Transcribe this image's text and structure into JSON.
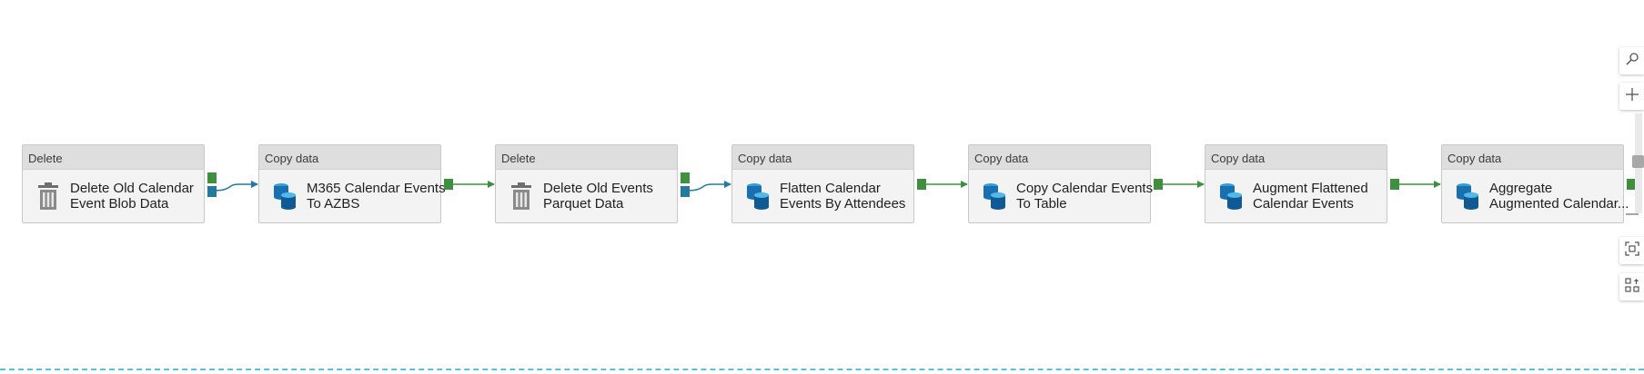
{
  "pipeline": {
    "activities": [
      {
        "type": "Delete",
        "name_line1": "Delete Old Calendar",
        "name_line2": "Event Blob Data",
        "icon": "trash-icon"
      },
      {
        "type": "Copy data",
        "name_line1": "M365 Calendar Events",
        "name_line2": "To AZBS",
        "icon": "database-icon"
      },
      {
        "type": "Delete",
        "name_line1": "Delete Old Events",
        "name_line2": "Parquet Data",
        "icon": "trash-icon"
      },
      {
        "type": "Copy data",
        "name_line1": "Flatten Calendar",
        "name_line2": "Events By Attendees",
        "icon": "database-icon"
      },
      {
        "type": "Copy data",
        "name_line1": "Copy Calendar Events",
        "name_line2": "To Table",
        "icon": "database-icon"
      },
      {
        "type": "Copy data",
        "name_line1": "Augment Flattened",
        "name_line2": "Calendar Events",
        "icon": "database-icon"
      },
      {
        "type": "Copy data",
        "name_line1": "Aggregate",
        "name_line2": "Augmented Calendar...",
        "icon": "database-icon"
      }
    ]
  },
  "toolbar": {
    "buttons": [
      "search-icon",
      "zoom-in-icon",
      "zoom-out-icon",
      "fit-to-screen-icon",
      "auto-align-icon"
    ]
  },
  "colors": {
    "success_port": "#3e8f3e",
    "completion_port": "#237a9e",
    "selection_border": "#55c3d8"
  }
}
